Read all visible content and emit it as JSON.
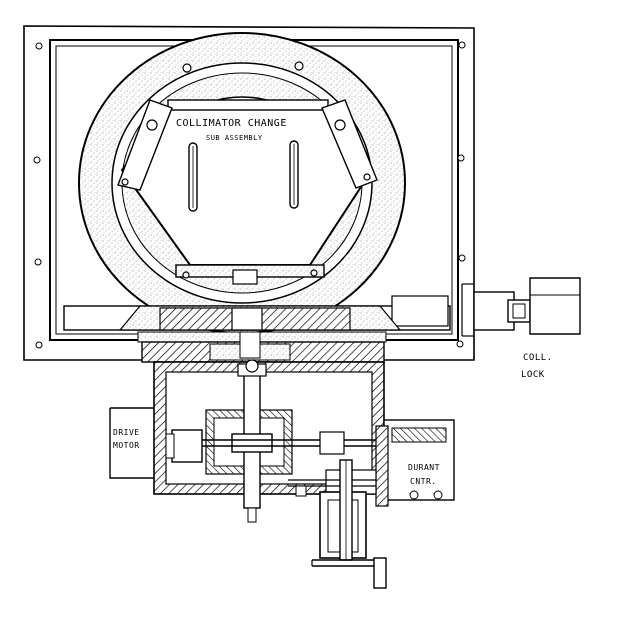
{
  "labels": {
    "collimator_line1": "COLLIMATOR CHANGE",
    "collimator_line2": "SUB ASSEMBLY",
    "coll_lock_line1": "COLL.",
    "coll_lock_line2": "LOCK",
    "drive_motor_line1": "DRIVE",
    "drive_motor_line2": "MOTOR",
    "durant_line1": "DURANT",
    "durant_line2": "CNTR."
  },
  "colors": {
    "ink": "#000000",
    "paper": "#ffffff",
    "stipple": "#9a9a9a"
  }
}
